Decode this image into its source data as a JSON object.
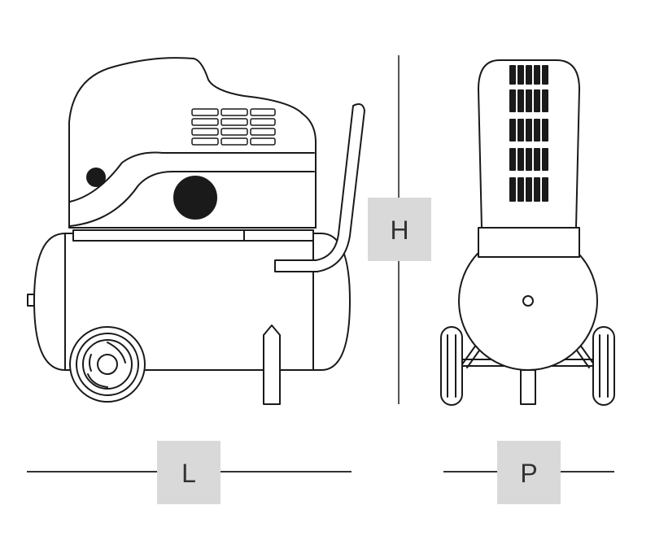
{
  "labels": {
    "height": "H",
    "length": "L",
    "depth": "P"
  },
  "colors": {
    "line": "#1a1a1a",
    "label_box": "#d9d9d9",
    "label_text": "#333333",
    "background": "#ffffff"
  }
}
